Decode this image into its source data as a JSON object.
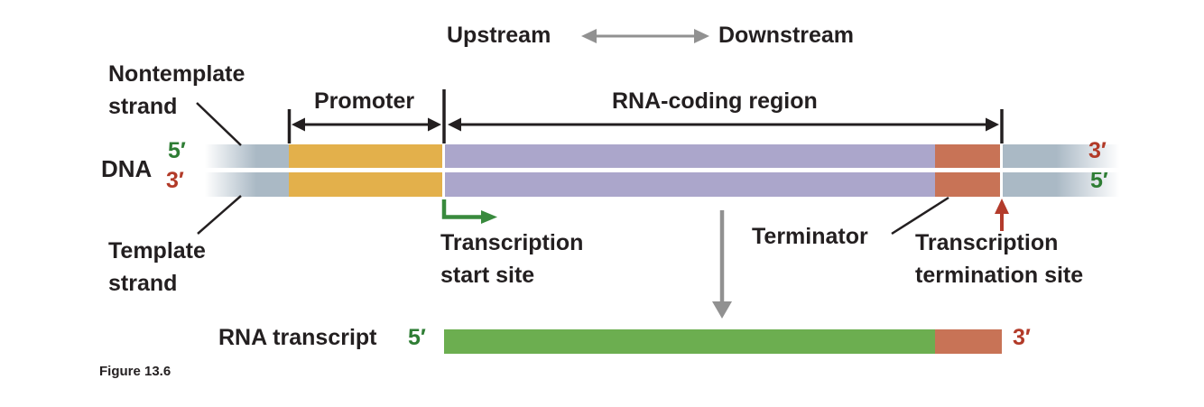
{
  "labels": {
    "upstream": "Upstream",
    "downstream": "Downstream",
    "nontemplate_strand": [
      "Nontemplate",
      "strand"
    ],
    "template_strand": [
      "Template",
      "strand"
    ],
    "dna": "DNA",
    "promoter": "Promoter",
    "rna_coding_region": "RNA-coding region",
    "terminator": "Terminator",
    "transcription_start_site": [
      "Transcription",
      "start site"
    ],
    "transcription_termination_site": [
      "Transcription",
      "termination site"
    ],
    "rna_transcript": "RNA transcript",
    "figure_caption": "Figure 13.6"
  },
  "strand_ends": {
    "dna_left_top": "5′",
    "dna_left_bottom": "3′",
    "dna_right_top": "3′",
    "dna_right_bottom": "5′",
    "rna_left": "5′",
    "rna_right": "3′"
  },
  "colors": {
    "flanking_dna": "#aab9c5",
    "promoter": "#e3b04b",
    "rna_coding": "#aba6cb",
    "terminator": "#c87356",
    "rna_transcript_green": "#6cae50",
    "five_prime_green": "#2e7d34",
    "three_prime_red": "#b23a28",
    "start_arrow_green": "#388a3d",
    "termination_arrow_red": "#b33b2b",
    "arrow_gray": "#919191",
    "line_black": "#231f20"
  }
}
